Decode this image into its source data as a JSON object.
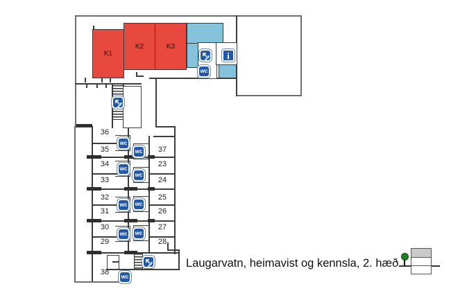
{
  "caption": "Laugarvatn, heimavist og kennsla, 2. hæð",
  "classrooms": [
    "K1",
    "K2",
    "K3"
  ],
  "dorm_rooms_left": [
    "36",
    "35",
    "34",
    "33",
    "32",
    "31",
    "30",
    "29",
    "38"
  ],
  "dorm_rooms_right": [
    "37",
    "23",
    "24",
    "25",
    "26",
    "27",
    "28"
  ],
  "icon_labels": {
    "wc": "wc",
    "info": "i"
  },
  "icons": [
    "stairs-icon",
    "wc-icon",
    "info-icon",
    "tree-icon",
    "floor-indicator-icon"
  ],
  "colors": {
    "classroom_red": "#e8493f",
    "room_blue": "#85c3dc",
    "icon_blue": "#2158a8",
    "wall_gray": "#6e6e6e",
    "wall_dark": "#3c3c3c",
    "floor_indicator_gray": "#c9c9c9",
    "tree_green": "#1f7d23"
  }
}
